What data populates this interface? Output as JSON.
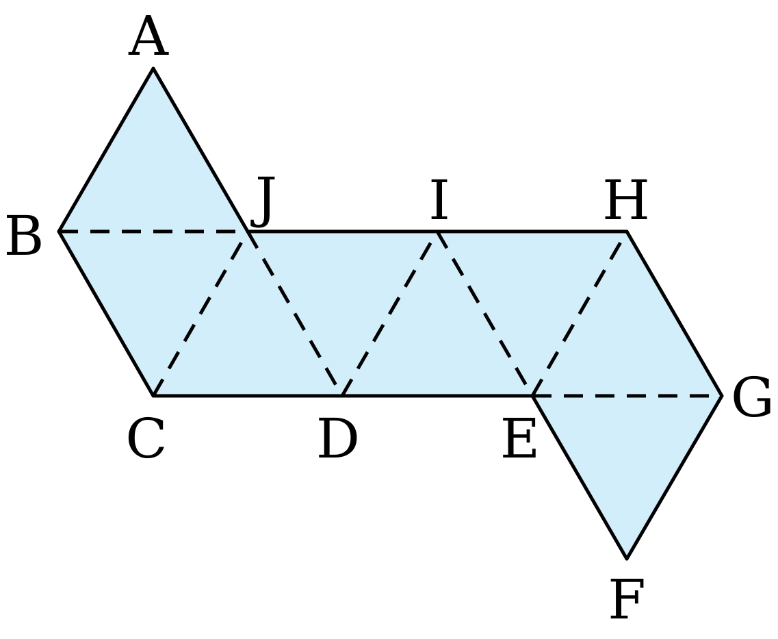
{
  "colors": {
    "fill": "#d3eefb",
    "stroke": "#000000"
  },
  "labels": {
    "A": "A",
    "B": "B",
    "C": "C",
    "D": "D",
    "E": "E",
    "F": "F",
    "G": "G",
    "H": "H",
    "I": "I",
    "J": "J"
  }
}
